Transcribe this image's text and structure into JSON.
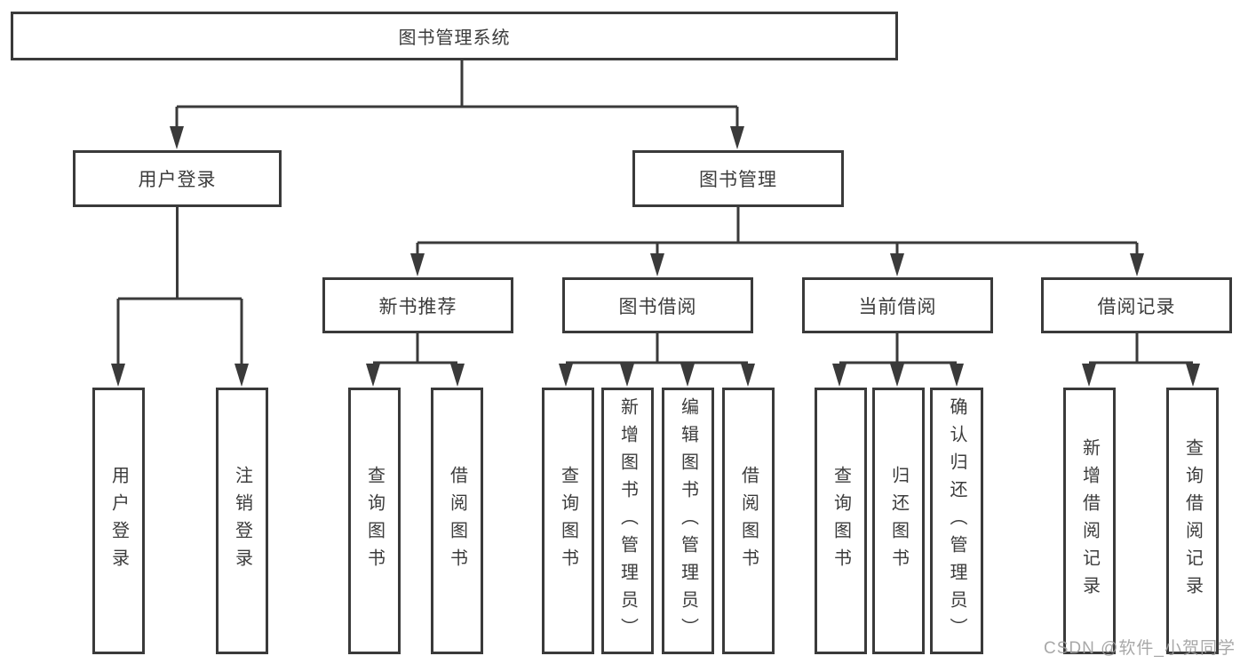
{
  "diagram": {
    "root": {
      "label": "图书管理系统"
    },
    "level2": [
      {
        "label": "用户登录"
      },
      {
        "label": "图书管理"
      }
    ],
    "level3": [
      {
        "label": "新书推荐"
      },
      {
        "label": "图书借阅"
      },
      {
        "label": "当前借阅"
      },
      {
        "label": "借阅记录"
      }
    ],
    "leaves": [
      {
        "label": "用户登录"
      },
      {
        "label": "注销登录"
      },
      {
        "label": "查询图书"
      },
      {
        "label": "借阅图书"
      },
      {
        "label": "查询图书"
      },
      {
        "label": "新增图书（管理员）"
      },
      {
        "label": "编辑图书（管理员）"
      },
      {
        "label": "借阅图书"
      },
      {
        "label": "查询图书"
      },
      {
        "label": "归还图书"
      },
      {
        "label": "确认归还（管理员）"
      },
      {
        "label": "新增借阅记录"
      },
      {
        "label": "查询借阅记录"
      }
    ]
  },
  "watermark": "CSDN @软件_小贺同学",
  "colors": {
    "line": "#3a3a3a",
    "text": "#3c3c3c",
    "watermark": "#9e9e9e",
    "background": "#ffffff"
  }
}
